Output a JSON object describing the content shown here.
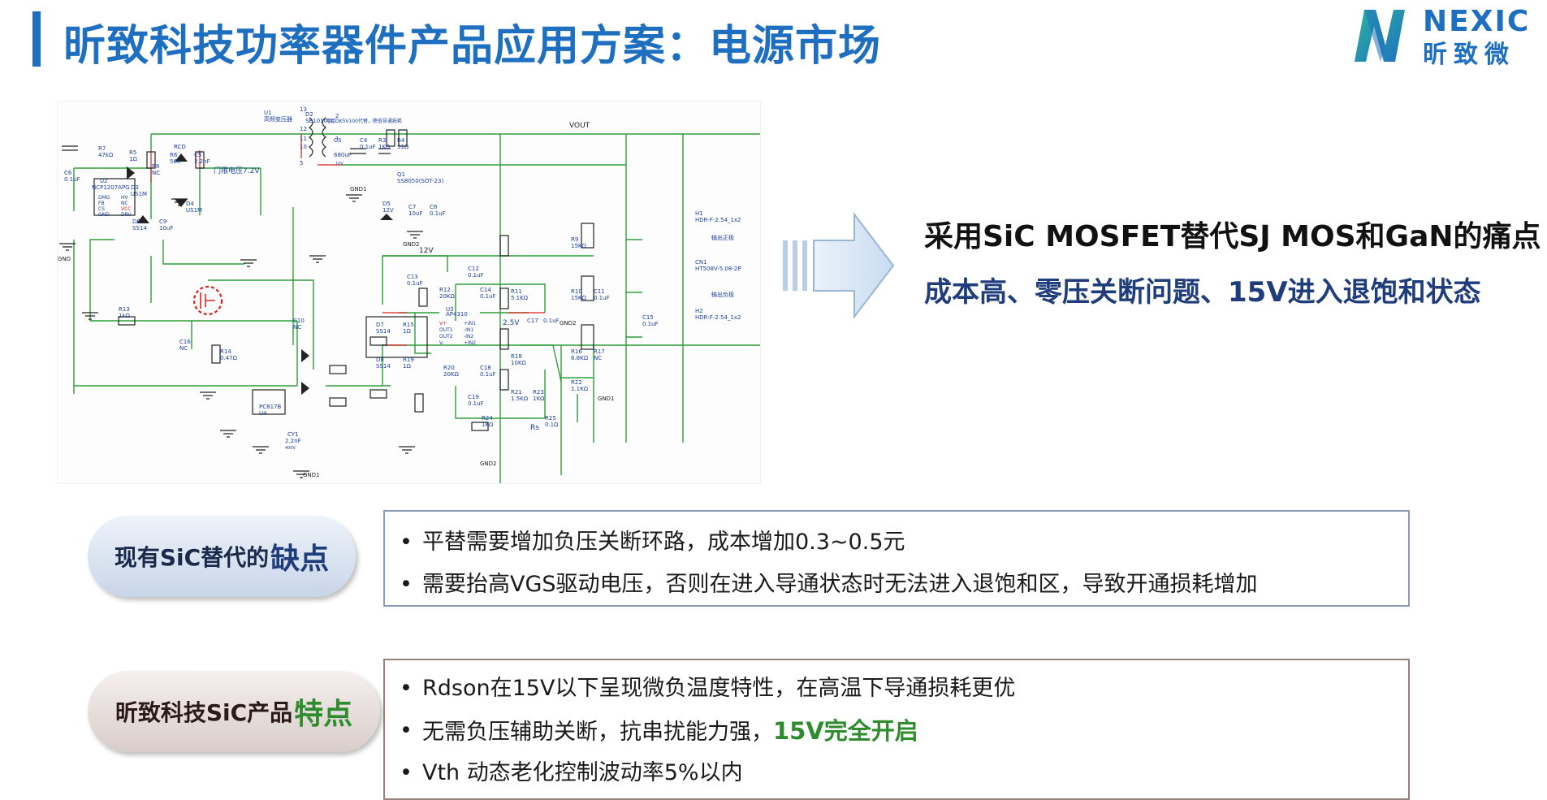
{
  "header": {
    "title": "昕致科技功率器件产品应用方案：电源市场",
    "logo_text": "NEXIC",
    "logo_sub": "昕致微"
  },
  "colors": {
    "brand_blue": "#1f6fc0",
    "highlight_green": "#2e8b2e",
    "wire_green": "#2e9e3a",
    "label_blue": "#1a3fa0",
    "mosfet_red": "#e02020"
  },
  "schematic": {
    "labels": {
      "vout": "VOUT",
      "u1": "U1",
      "u1_name": "高频变压器",
      "d2": "D2",
      "d2_part": "SB10100L",
      "d2_note": "可用DK5V100代替，降低导通损耗",
      "c3": "C3",
      "c3_val": "680uF",
      "c4": "C4",
      "c4_val": "0.1uF",
      "r3": "R3",
      "r3_val": "1KΩ",
      "r4": "R4",
      "r4_val": "51Ω",
      "q1": "Q1",
      "q1_part": "SS8050(SOT-23)",
      "d5": "D5",
      "d5_val": "12V",
      "c7": "C7",
      "c7_val": "10uF",
      "c8": "C8",
      "c8_val": "0.1uF",
      "gnd1": "GND1",
      "gnd2": "GND2",
      "gnd": "GND",
      "r7": "R7",
      "r7_val": "47kΩ",
      "r5": "R5",
      "r5_val": "1Ω",
      "rcd": "RCD",
      "r6": "R6",
      "r6_val": "56K",
      "c5": "C5",
      "c5_val": "2.2nF",
      "gate_note": "门限电压7.2V",
      "c6": "C6",
      "c6_val": "0.1uF",
      "u2": "U2",
      "u2_part": "NCP1207APG",
      "u2_pins_l": [
        "DMG",
        "FB",
        "CS",
        "GND"
      ],
      "u2_pins_r": [
        "HV",
        "NC",
        "VCC",
        "DRV"
      ],
      "d3": "D3",
      "d3_val": "US1M",
      "d4": "D4",
      "d4_val": "US1M",
      "r8": "R8",
      "r8_val": "NC",
      "d6": "D6",
      "d6_val": "SS14",
      "c9": "C9",
      "c9_val": "10uF",
      "c10": "C10",
      "c10_val": "NC",
      "r13": "R13",
      "r13_val": "1kΩ",
      "c16": "C16",
      "c16_val": "NC",
      "r14": "R14",
      "r14_val": "0.47Ω",
      "v12": "12V",
      "c13": "C13",
      "c13_val": "0.1uF",
      "c12": "C12",
      "c12_val": "0.1uF",
      "r12": "R12",
      "r12_val": "20KΩ",
      "c14": "C14",
      "c14_val": "0.1uF",
      "u3": "U3",
      "u3_part": "AP4310",
      "u3_pins_l": [
        "V+",
        "OUT1",
        "OUT2",
        "V-"
      ],
      "u3_pins_r": [
        "+IN1",
        "-IN1",
        "-IN2",
        "+IN2"
      ],
      "v25": "2.5V",
      "c17": "C17",
      "c17_val": "0.1uF",
      "d7": "D7",
      "d7_val": "SS14",
      "r15": "R15",
      "r15_val": "1Ω",
      "d8": "D8",
      "d8_val": "SS14",
      "r19": "R19",
      "r19_val": "1Ω",
      "r20": "R20",
      "r20_val": "20KΩ",
      "c18": "C18",
      "c18_val": "0.1uF",
      "c19": "C19",
      "c19_val": "0.1uF",
      "r11": "R11",
      "r11_val": "5.1KΩ",
      "r18": "R18",
      "r18_val": "10KΩ",
      "r21": "R21",
      "r21_val": "1.5KΩ",
      "r23": "R23",
      "r23_val": "1KΩ",
      "r24": "R24",
      "r24_val": "1KΩ",
      "r25": "R25",
      "r25_val": "0.1Ω",
      "rs": "Rs",
      "r9": "R9",
      "r9_val": "15KΩ",
      "r10": "R10",
      "r10_val": "15KΩ",
      "c11": "C11",
      "c11_val": "0.1uF",
      "r16": "R16",
      "r16_val": "6.8KΩ",
      "r17": "R17",
      "r17_val": "NC",
      "r22": "R22",
      "r22_val": "1.1KΩ",
      "c15": "C15",
      "c15_val": "0.1uF",
      "h1": "H1",
      "h1_part": "HDR-F-2.54_1x2",
      "out_pos": "输出正极",
      "cn1": "CN1",
      "cn1_part": "HT508V-5.08-2P",
      "h2": "H2",
      "h2_part": "HDR-F-2.54_1x2",
      "out_neg": "输出负极",
      "u4": "U4",
      "u4_part": "PC817B",
      "cy1": "CY1",
      "cy1_val": "2.2nF",
      "cy1_v": "400V",
      "pin13": "13",
      "pin12": "12",
      "pin11": "11",
      "pin10": "10",
      "pin5": "5",
      "pin1": "1",
      "pin2": "2",
      "v10": "10V"
    }
  },
  "pain_point": {
    "title": "采用SiC MOSFET替代SJ MOS和GaN的痛点",
    "subtitle": "成本高、零压关断问题、15V进入退饱和状态"
  },
  "drawbacks": {
    "label_a": "现有SiC替代的",
    "label_b": "缺点",
    "items": [
      "平替需要增加负压关断环路，成本增加0.3~0.5元",
      "需要抬高VGS驱动电压，否则在进入导通状态时无法进入退饱和区，导致开通损耗增加"
    ]
  },
  "features": {
    "label_a": "昕致科技SiC产品",
    "label_b": "特点",
    "items": [
      "Rdson在15V以下呈现微负温度特性，在高温下导通损耗更优",
      "无需负压辅助关断，抗串扰能力强，",
      "Vth 动态老化控制波动率5%以内"
    ],
    "item2_highlight": "15V完全开启"
  }
}
